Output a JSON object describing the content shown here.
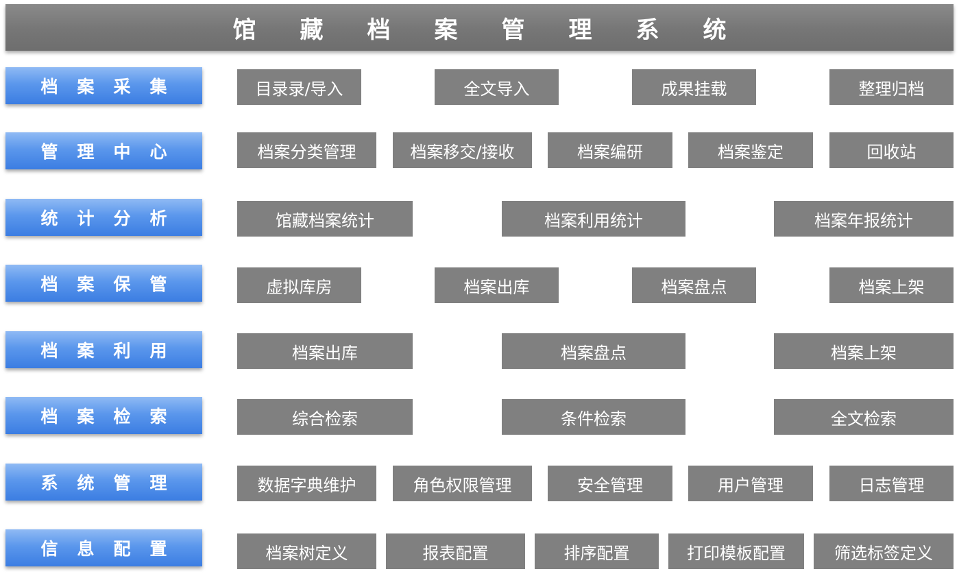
{
  "title": "馆藏档案管理系统",
  "rows": [
    {
      "category": "档案采集",
      "items": [
        "目录录/导入",
        "全文导入",
        "成果挂载",
        "整理归档"
      ]
    },
    {
      "category": "管理中心",
      "items": [
        "档案分类管理",
        "档案移交/接收",
        "档案编研",
        "档案鉴定",
        "回收站"
      ]
    },
    {
      "category": "统计分析",
      "items": [
        "馆藏档案统计",
        "档案利用统计",
        "档案年报统计"
      ]
    },
    {
      "category": "档案保管",
      "items": [
        "虚拟库房",
        "档案出库",
        "档案盘点",
        "档案上架"
      ]
    },
    {
      "category": "档案利用",
      "items": [
        "档案出库",
        "档案盘点",
        "档案上架"
      ]
    },
    {
      "category": "档案检索",
      "items": [
        "综合检索",
        "条件检索",
        "全文检索"
      ]
    },
    {
      "category": "系统管理",
      "items": [
        "数据字典维护",
        "角色权限管理",
        "安全管理",
        "用户管理",
        "日志管理"
      ]
    },
    {
      "category": "信息配置",
      "items": [
        "档案树定义",
        "报表配置",
        "排序配置",
        "打印模板配置",
        "筛选标签定义"
      ]
    }
  ],
  "colors": {
    "title_bg": "#767676",
    "category_bg": "#4a88e8",
    "item_bg": "#808080",
    "text": "#ffffff"
  }
}
